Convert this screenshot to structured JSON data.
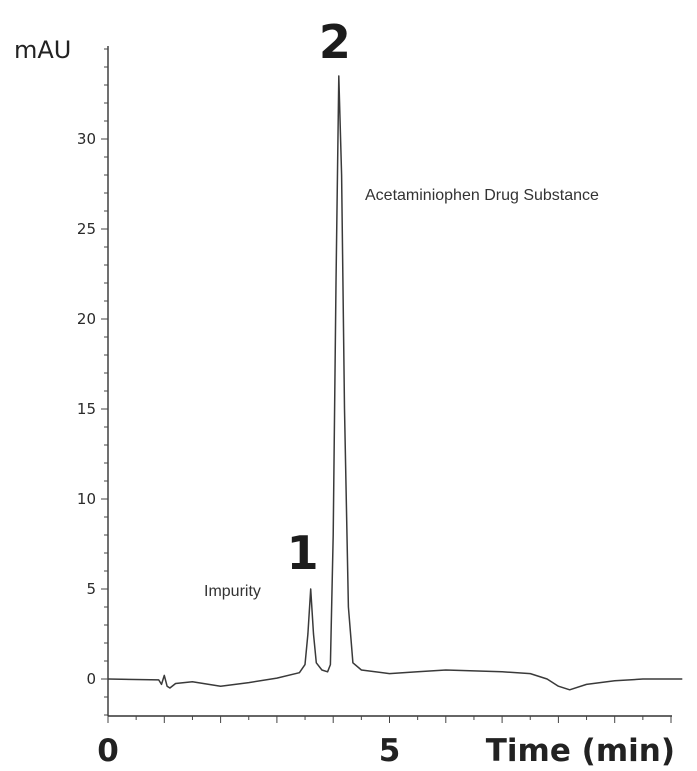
{
  "chart_data": {
    "type": "line",
    "title": "",
    "ylabel": "mAU",
    "xlabel": "Time (min)",
    "xlim": [
      0,
      10.3
    ],
    "ylim": [
      -2.4,
      35.5
    ],
    "x_ticks": [
      0,
      5
    ],
    "y_ticks": [
      0,
      5,
      10,
      15,
      20,
      25,
      30
    ],
    "grid": false,
    "series": [
      {
        "values": [
          [
            0.0,
            0.0
          ],
          [
            0.9,
            -0.05
          ],
          [
            0.95,
            -0.3
          ],
          [
            1.0,
            0.2
          ],
          [
            1.05,
            -0.4
          ],
          [
            1.1,
            -0.5
          ],
          [
            1.2,
            -0.25
          ],
          [
            1.5,
            -0.15
          ],
          [
            2.0,
            -0.4
          ],
          [
            2.5,
            -0.2
          ],
          [
            3.0,
            0.05
          ],
          [
            3.4,
            0.35
          ],
          [
            3.5,
            0.8
          ],
          [
            3.55,
            2.5
          ],
          [
            3.6,
            5.0
          ],
          [
            3.65,
            2.5
          ],
          [
            3.7,
            0.9
          ],
          [
            3.8,
            0.5
          ],
          [
            3.9,
            0.4
          ],
          [
            3.95,
            0.8
          ],
          [
            4.0,
            8.0
          ],
          [
            4.05,
            22.0
          ],
          [
            4.1,
            33.5
          ],
          [
            4.15,
            28.0
          ],
          [
            4.2,
            15.0
          ],
          [
            4.27,
            4.0
          ],
          [
            4.35,
            0.9
          ],
          [
            4.5,
            0.5
          ],
          [
            5.0,
            0.3
          ],
          [
            5.5,
            0.4
          ],
          [
            6.0,
            0.5
          ],
          [
            6.5,
            0.45
          ],
          [
            7.0,
            0.4
          ],
          [
            7.5,
            0.3
          ],
          [
            7.8,
            0.0
          ],
          [
            8.0,
            -0.4
          ],
          [
            8.2,
            -0.6
          ],
          [
            8.5,
            -0.3
          ],
          [
            9.0,
            -0.1
          ],
          [
            9.5,
            0.0
          ],
          [
            10.2,
            0.0
          ]
        ]
      }
    ],
    "annotations": [
      {
        "id": "peak-1",
        "number": "1",
        "label": "Impurity",
        "x": 3.6,
        "y": 5.0
      },
      {
        "id": "peak-2",
        "number": "2",
        "label": "Acetaminiophen Drug Substance",
        "x": 4.1,
        "y": 33.5
      }
    ]
  }
}
